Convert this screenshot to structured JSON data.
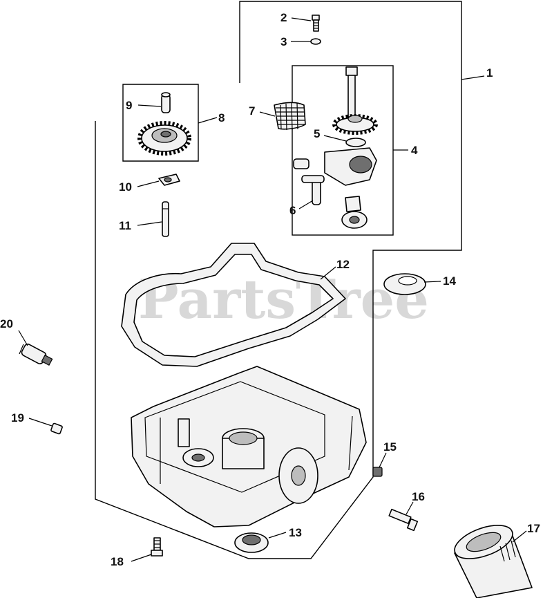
{
  "diagram": {
    "watermark": "PartsTree",
    "callouts": [
      "1",
      "2",
      "3",
      "4",
      "5",
      "6",
      "7",
      "8",
      "9",
      "10",
      "11",
      "12",
      "13",
      "14",
      "15",
      "16",
      "17",
      "18",
      "19",
      "20"
    ]
  },
  "colors": {
    "line": "#000000",
    "fill": "#f2f2f2",
    "shade": "#6f6f6f",
    "watermark": "#b9b9b9"
  }
}
